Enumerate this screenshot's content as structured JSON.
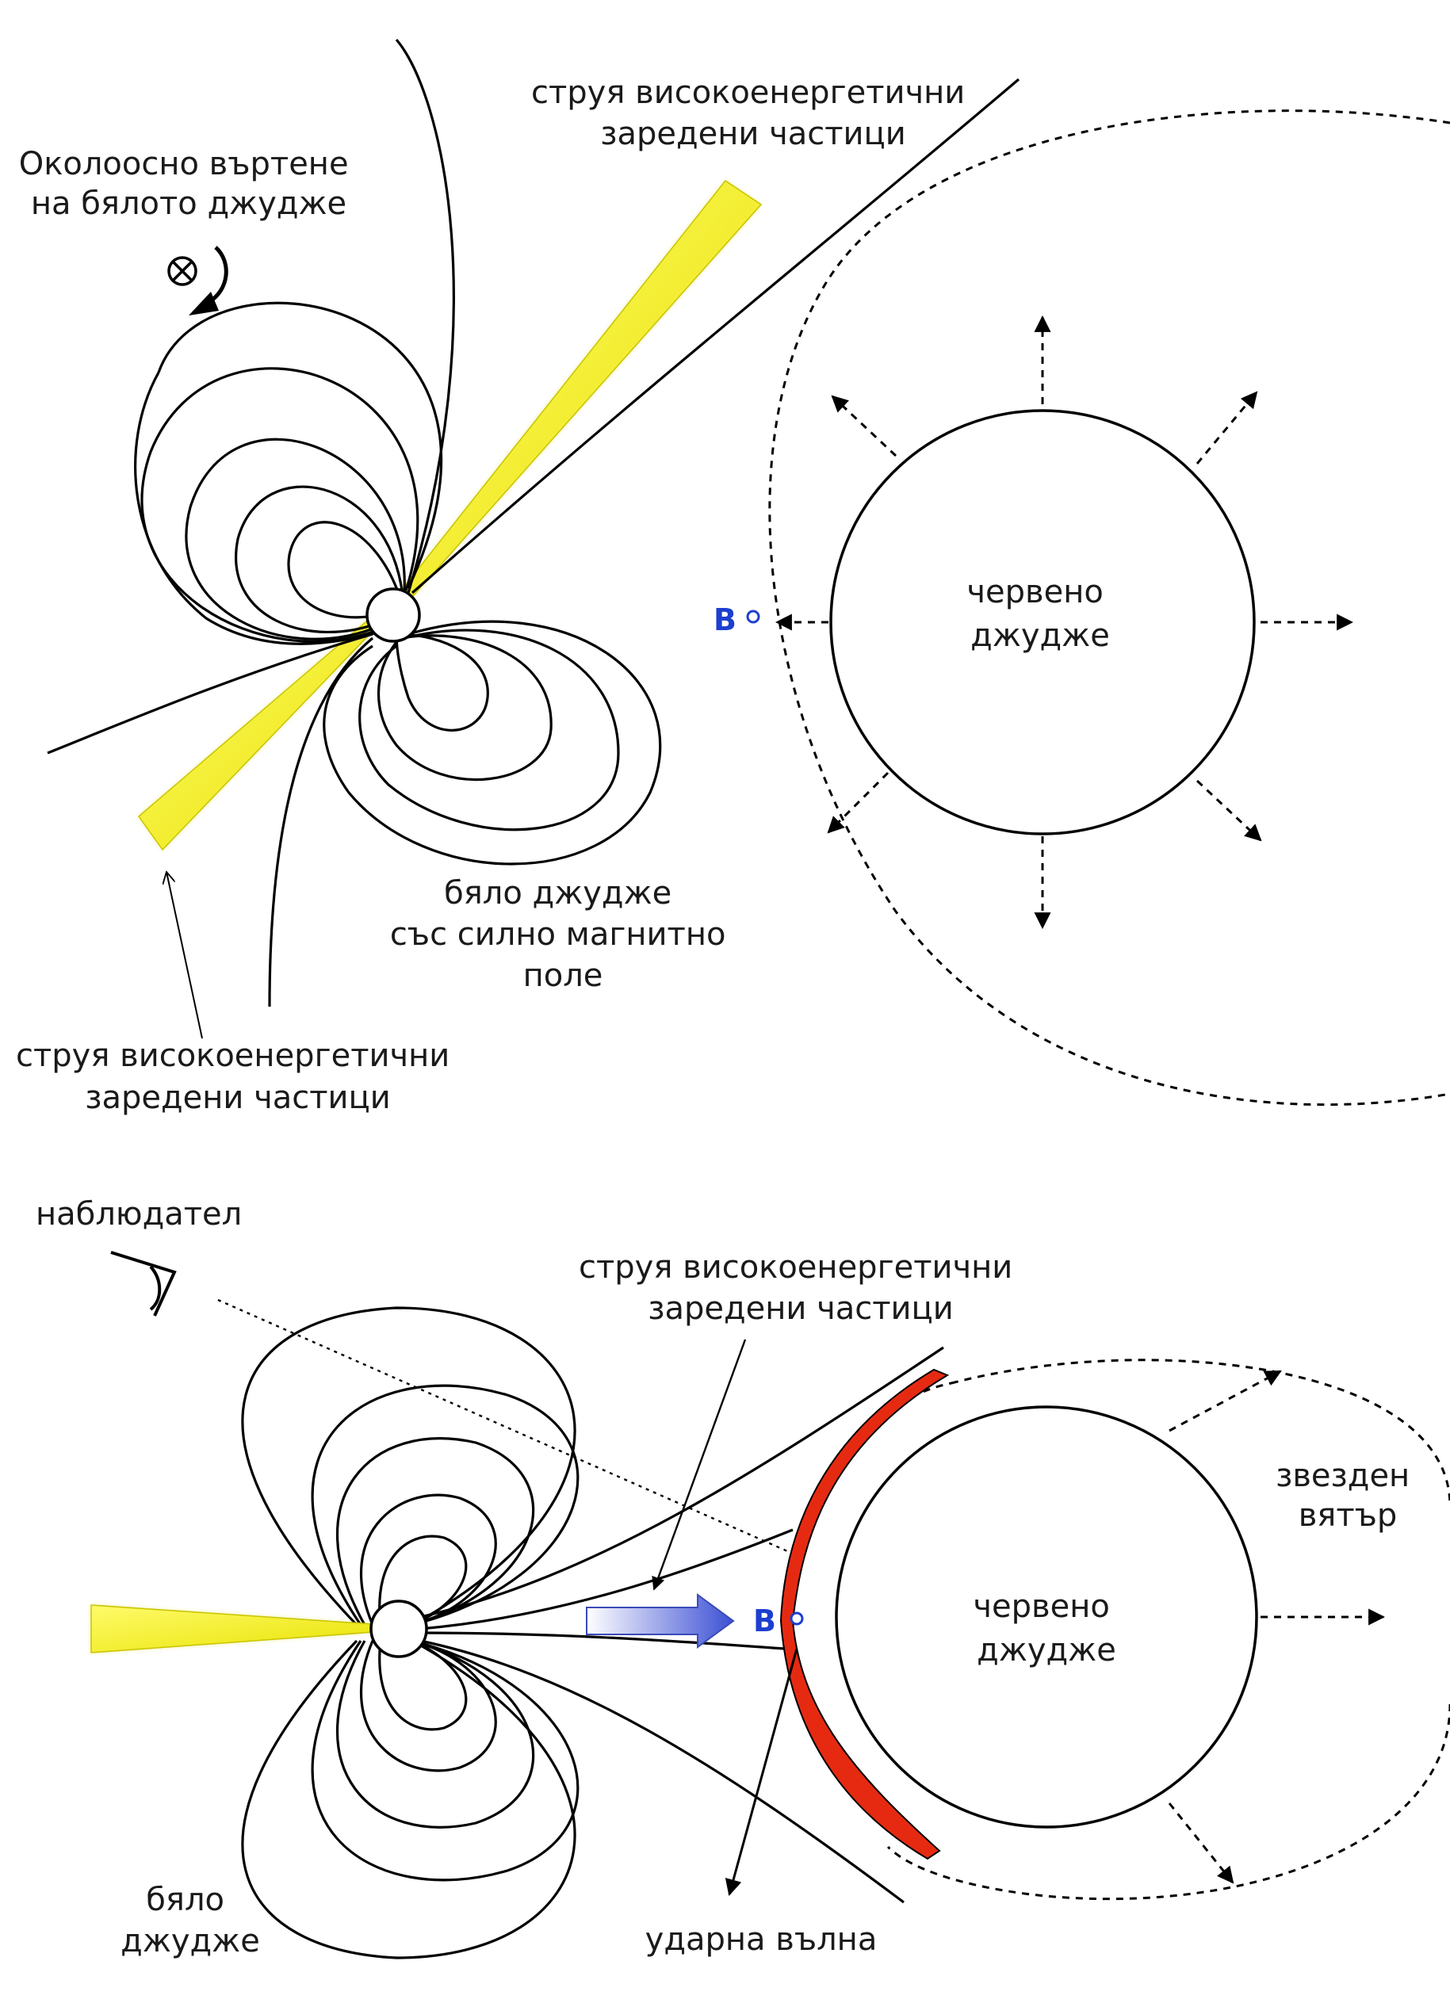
{
  "top_panel": {
    "rotation_label": [
      "Околоосно въртене",
      "на бялото джудже"
    ],
    "jet_label_top": [
      "струя високоенергетични",
      "заредени частици"
    ],
    "jet_label_bottom": [
      "струя високоенергетични",
      "заредени частици"
    ],
    "white_dwarf_label": [
      "бяло джудже",
      "със силно магнитно",
      "поле"
    ],
    "red_dwarf_label": [
      "червено",
      "джудже"
    ],
    "point_b": "B"
  },
  "bottom_panel": {
    "observer_label": "наблюдател",
    "jet_label": [
      "струя високоенергетични",
      "заредени частици"
    ],
    "red_dwarf_label": [
      "червено",
      "джудже"
    ],
    "wind_label": [
      "звезден",
      "вятър"
    ],
    "white_dwarf_label": [
      "бяло",
      "джудже"
    ],
    "shock_label": "ударна вълна",
    "point_b": "B"
  },
  "colors": {
    "jet": "#f2ee1a",
    "jet_edge": "#c9c400",
    "shock": "#e62a12",
    "point": "#1c3fcf",
    "flow_arrow": "#4a5cd6"
  }
}
